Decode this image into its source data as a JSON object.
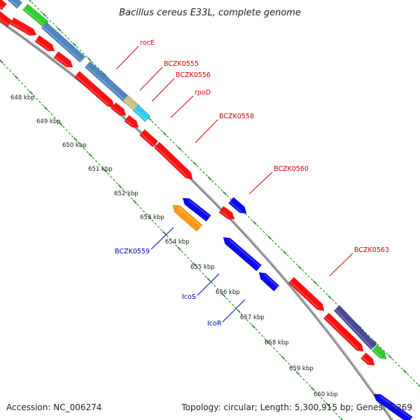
{
  "title": "Bacillus cereus E33L, complete genome",
  "footer": {
    "accession": "Accession: NC_006274",
    "info": "Topology: circular; Length: 5,300,915 bp; Genes: 5,269"
  },
  "colors": {
    "backbone": "#8c8c8c",
    "tick_major": "#1e7a1e",
    "tick_minor": "#2ea02e",
    "label_forward": "#cc0000",
    "label_reverse": "#0000aa",
    "red": "#ff1010",
    "steelblue": "#4f86c0",
    "green": "#33cc33",
    "khaki": "#c8c08a",
    "cyan": "#33ccee",
    "blue": "#0a0af0",
    "orange": "#ff9a10",
    "slate": "#4a4a9a"
  },
  "kbp_labels": [
    "648 kbp",
    "649 kbp",
    "650 kbp",
    "651 kbp",
    "652 kbp",
    "653 kbp",
    "654 kbp",
    "655 kbp",
    "656 kbp",
    "657 kbp",
    "658 kbp",
    "659 kbp",
    "660 kbp"
  ],
  "gene_labels": [
    {
      "text": "rocE",
      "strand": "forward"
    },
    {
      "text": "BCZK0555",
      "strand": "forward"
    },
    {
      "text": "BCZK0556",
      "strand": "forward"
    },
    {
      "text": "rpoD",
      "strand": "forward"
    },
    {
      "text": "BCZK0558",
      "strand": "forward"
    },
    {
      "text": "BCZK0560",
      "strand": "forward"
    },
    {
      "text": "BCZK0563",
      "strand": "forward"
    },
    {
      "text": "BCZK0559",
      "strand": "reverse"
    },
    {
      "text": "IcoS",
      "strand": "reverse"
    },
    {
      "text": "IcoR",
      "strand": "reverse"
    }
  ]
}
